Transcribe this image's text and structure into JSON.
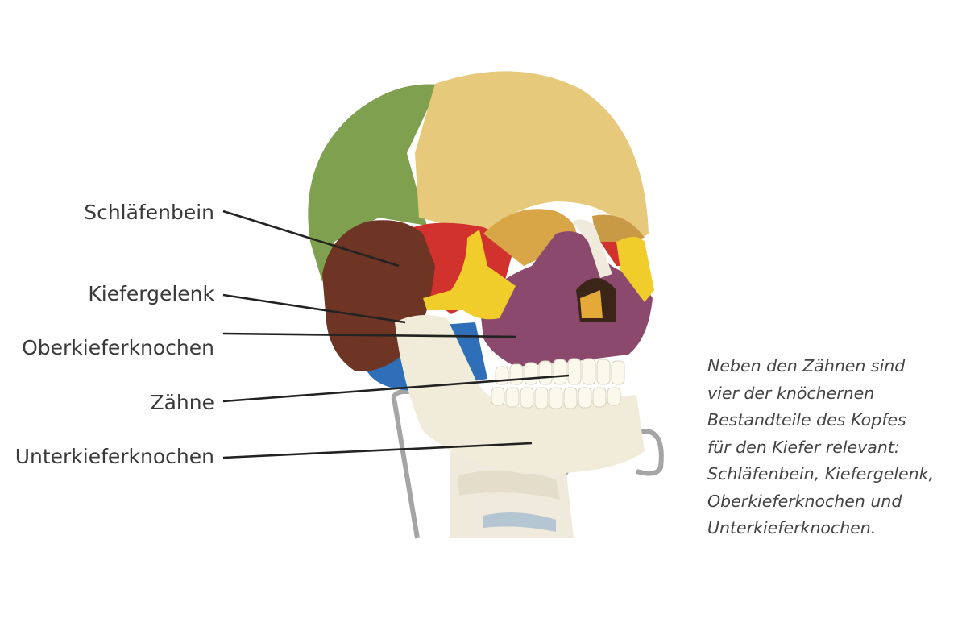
{
  "labels": {
    "temporal": "Schläfenbein",
    "jaw_joint": "Kiefergelenk",
    "maxilla": "Oberkieferknochen",
    "teeth": "Zähne",
    "mandible": "Unterkieferknochen"
  },
  "caption_lines": [
    "Neben den Zähnen sind",
    "vier der knöchernen",
    "Bestandteile des Kopfes",
    "für den Kiefer relevant:",
    "Schläfenbein, Kiefergelenk,",
    "Oberkieferknochen und",
    "Unterkieferknochen."
  ],
  "colors": {
    "parietal": "#7ea04f",
    "frontal": "#e7c97c",
    "temporal": "#6e3424",
    "sphenoid": "#d1322d",
    "zygomatic": "#f1cd2b",
    "maxilla": "#8b4a6d",
    "occipital": "#2f6fb8",
    "mandible": "#f1ecd9",
    "teeth": "#fbf8ec",
    "leader": "#222222"
  }
}
